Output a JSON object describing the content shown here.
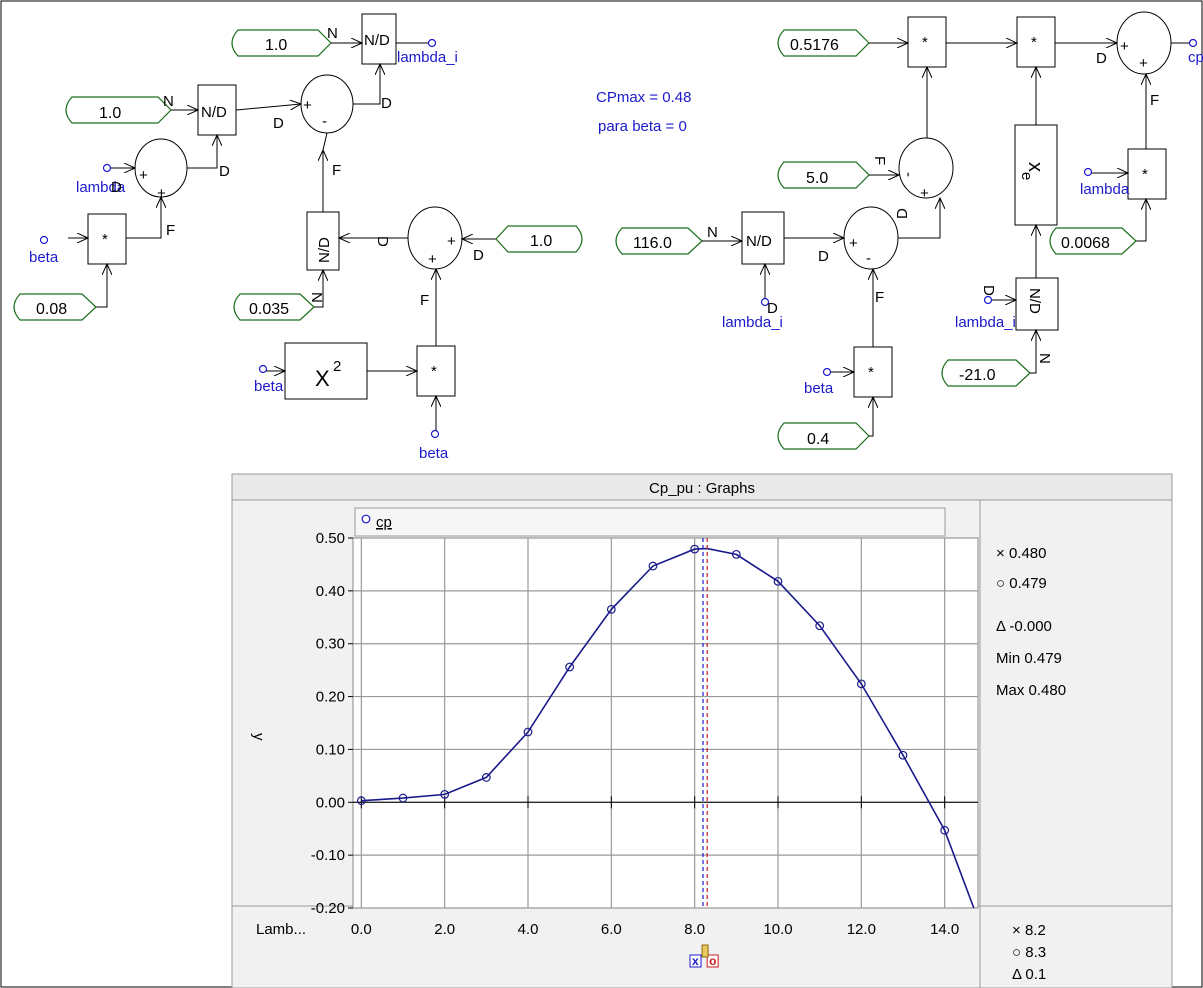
{
  "diagram": {
    "constants": {
      "c_1a": "1.0",
      "c_1b": "1.0",
      "c_008": "0.08",
      "c_0035": "0.035",
      "c_1c": "1.0",
      "c_05176": "0.5176",
      "c_5": "5.0",
      "c_116": "116.0",
      "c_04": "0.4",
      "c_00068": "0.0068",
      "c_m21": "-21.0"
    },
    "blocks": {
      "nd": "N/D",
      "mult": "*",
      "square": "X",
      "square_exp": "2",
      "exp": "x",
      "exp_sub": "e"
    },
    "ports": {
      "N": "N",
      "D": "D",
      "F": "F",
      "plus": "+",
      "minus": "-"
    },
    "signals": {
      "lambda_i": "lambda_i",
      "lambda": "lambda",
      "beta": "beta",
      "cp": "cp"
    },
    "annotation": {
      "line1": "CPmax = 0.48",
      "line2": "para beta = 0"
    }
  },
  "graph": {
    "title": "Cp_pu : Graphs",
    "legend_label": "cp",
    "y_axis_label": "y",
    "x_axis_label": "Lamb...",
    "y_readout": {
      "cursor_x": "0.480",
      "cursor_o": "0.479",
      "delta": "-0.000",
      "min": "Min 0.479",
      "max": "Max 0.480"
    },
    "x_readout": {
      "cursor_x": "8.2",
      "cursor_o": "8.3",
      "delta": "0.1"
    },
    "marker_x": "x",
    "marker_o": "o"
  },
  "chart_data": {
    "type": "line",
    "title": "Cp_pu : Graphs",
    "xlabel": "Lamb...",
    "ylabel": "y",
    "xlim": [
      -0.2,
      14.8
    ],
    "ylim": [
      -0.2,
      0.5
    ],
    "grid": true,
    "x_ticks": [
      "0.0",
      "2.0",
      "4.0",
      "6.0",
      "8.0",
      "10.0",
      "12.0",
      "14.0"
    ],
    "y_ticks": [
      "-0.20",
      "-0.10",
      "0.00",
      "0.10",
      "0.20",
      "0.30",
      "0.40",
      "0.50"
    ],
    "series": [
      {
        "name": "cp",
        "color": "#1a1a8c",
        "x": [
          0.0,
          1.0,
          2.0,
          3.0,
          4.0,
          5.0,
          6.0,
          7.0,
          8.0,
          8.3,
          9.0,
          10.0,
          11.0,
          12.0,
          13.0,
          14.0,
          14.7
        ],
        "y": [
          0.003,
          0.008,
          0.015,
          0.047,
          0.133,
          0.256,
          0.365,
          0.447,
          0.479,
          0.48,
          0.469,
          0.418,
          0.334,
          0.224,
          0.089,
          -0.053,
          -0.2
        ]
      }
    ],
    "markers": {
      "x": [
        0.0,
        1.0,
        2.0,
        3.0,
        4.0,
        5.0,
        6.0,
        7.0,
        8.0,
        9.0,
        10.0,
        11.0,
        12.0,
        13.0,
        14.0
      ],
      "y": [
        0.003,
        0.008,
        0.015,
        0.047,
        0.133,
        0.256,
        0.365,
        0.447,
        0.479,
        0.469,
        0.418,
        0.334,
        0.224,
        0.089,
        -0.053
      ]
    },
    "cursors": {
      "x": 8.2,
      "o": 8.3
    },
    "colors": {
      "cursor_x": "#1a1acc",
      "cursor_o": "#cc1a1a",
      "constant_border": "#1a6e1a",
      "signal": "#1a1acc"
    }
  }
}
